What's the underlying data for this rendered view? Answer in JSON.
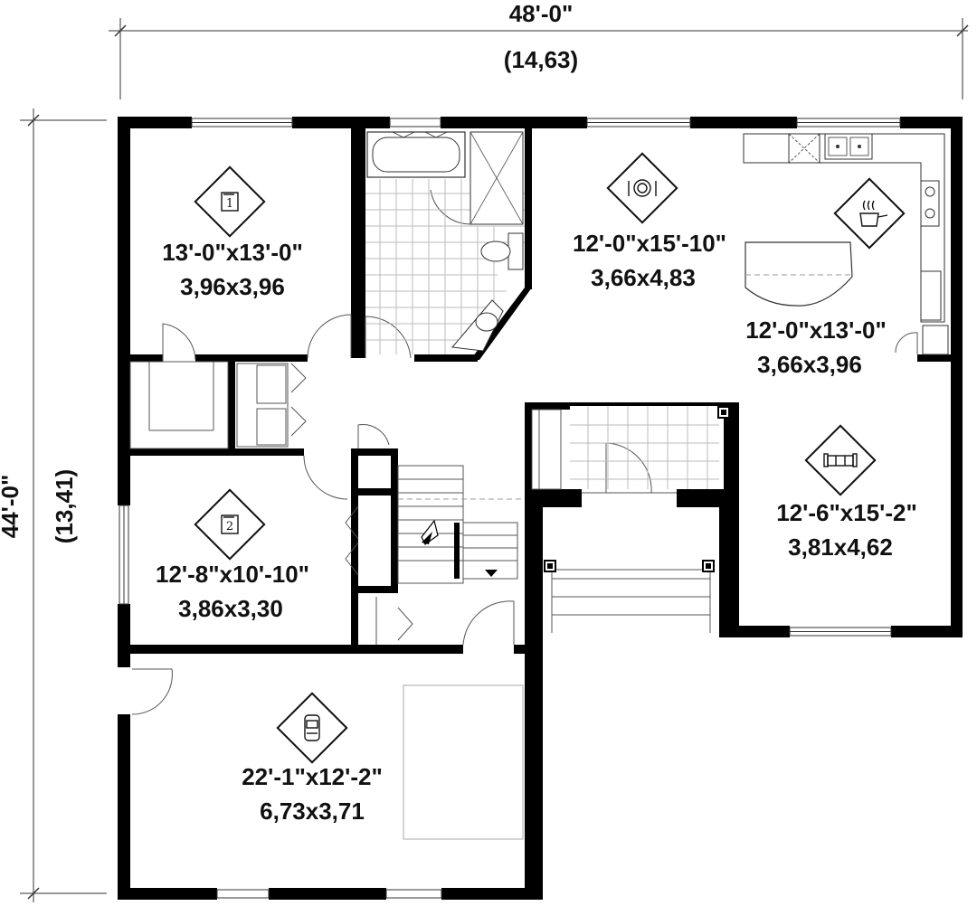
{
  "overall": {
    "width_imperial": "48'-0\"",
    "width_metric": "(14,63)",
    "depth_imperial": "44'-0\"",
    "depth_metric": "(13,41)"
  },
  "rooms": [
    {
      "id": "bedroom-1",
      "icon": "bedroom-1-icon",
      "imperial": "13'-0\"x13'-0\"",
      "metric": "3,96x3,96"
    },
    {
      "id": "dining",
      "icon": "dining-plate-icon",
      "imperial": "12'-0\"x15'-10\"",
      "metric": "3,66x4,83"
    },
    {
      "id": "kitchen",
      "icon": "kitchen-pot-icon",
      "imperial": "12'-0\"x13'-0\"",
      "metric": "3,66x3,96"
    },
    {
      "id": "living",
      "icon": "sofa-icon",
      "imperial": "12'-6\"x15'-2\"",
      "metric": "3,81x4,62"
    },
    {
      "id": "bedroom-2",
      "icon": "bedroom-2-icon",
      "imperial": "12'-8\"x10'-10\"",
      "metric": "3,86x3,30"
    },
    {
      "id": "garage",
      "icon": "car-icon",
      "imperial": "22'-1\"x12'-2\"",
      "metric": "6,73x3,71"
    }
  ],
  "icon_glyphs": {
    "bedroom-1": "1",
    "bedroom-2": "2"
  },
  "colors": {
    "wall": "#000000",
    "line": "#555555",
    "tile": "#bbbbbb"
  }
}
